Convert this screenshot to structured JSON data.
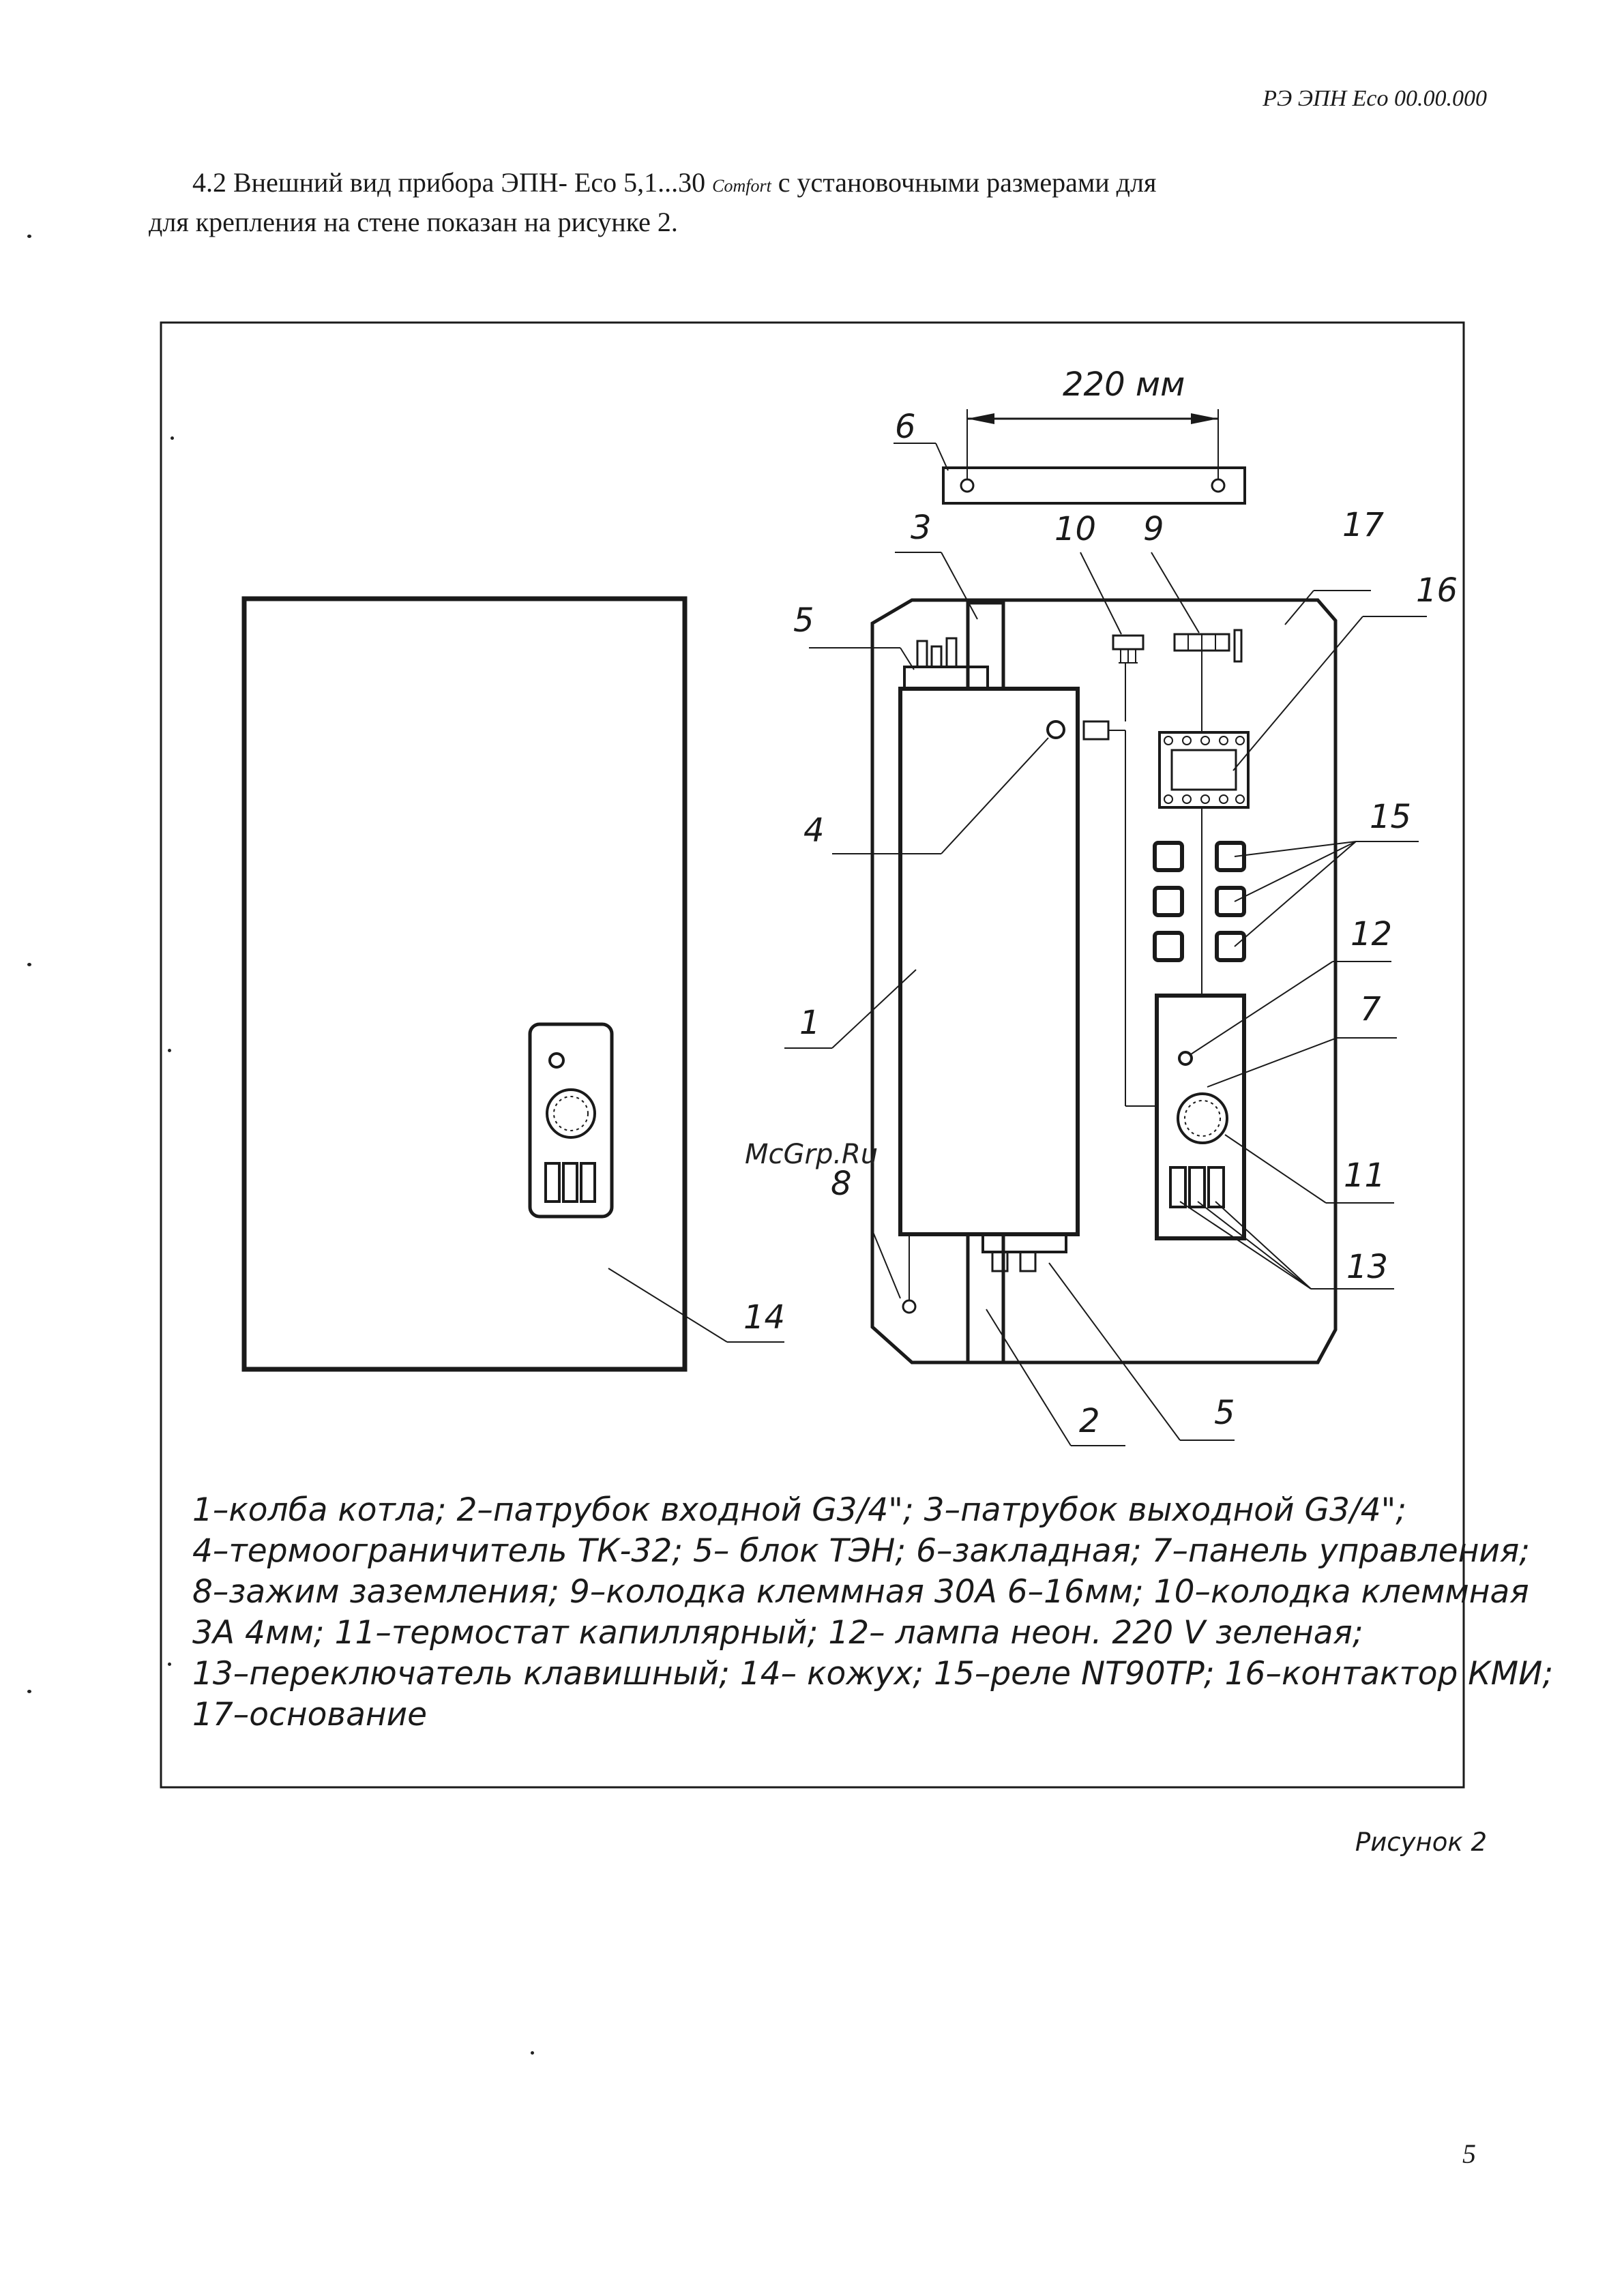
{
  "document_code": "РЭ ЭПН Eco  00.00.000",
  "intro": {
    "line1_start": "4.2 Внешний вид прибора ЭПН- Eco 5,1...30 ",
    "comfort": "Comfort",
    "line1_end": " с установочными размерами для",
    "line2": "для крепления на стене показан на рисунке 2."
  },
  "figure": {
    "dimension": "220 мм",
    "callouts": {
      "c1": "1",
      "c2": "2",
      "c3": "3",
      "c4": "4",
      "c5a": "5",
      "c5b": "5",
      "c6": "6",
      "c7": "7",
      "c8": "8",
      "c9": "9",
      "c10": "10",
      "c11": "11",
      "c12": "12",
      "c13": "13",
      "c14": "14",
      "c15": "15",
      "c16": "16",
      "c17": "17"
    },
    "watermark": "McGrp.Ru",
    "legend": [
      "1–колба котла; 2–патрубок входной G3/4\"; 3–патрубок выходной G3/4\";",
      "4–термоограничитель ТК-32; 5– блок ТЭН; 6–закладная; 7–панель управления;",
      "8–зажим заземления; 9–колодка клеммная 30А 6–16мм; 10–колодка клеммная",
      "3А 4мм; 11–термостат капиллярный; 12– лампа неон. 220 V зеленая;",
      "13–переключатель клавишный; 14– кожух; 15–реле NT90TP; 16–контактор КМИ;",
      "17–основание"
    ]
  },
  "caption": "Рисунок 2",
  "page_number": "5"
}
